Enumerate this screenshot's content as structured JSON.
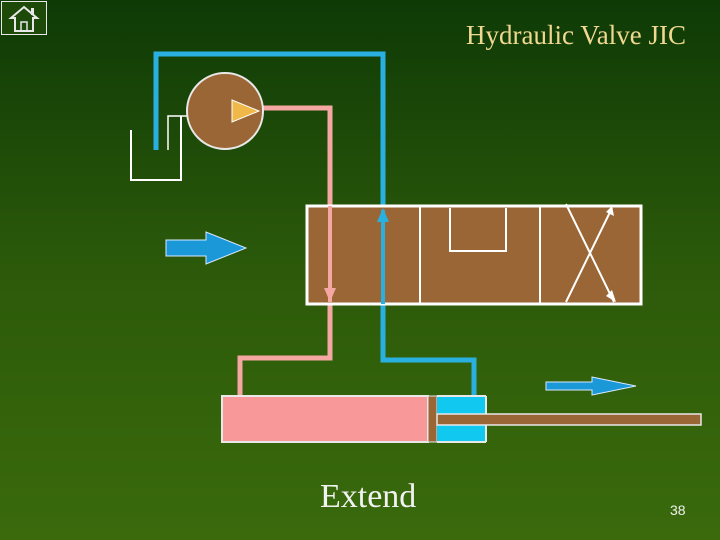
{
  "slide": {
    "title": "Hydraulic Valve JIC",
    "caption": "Extend",
    "page_number": "38"
  },
  "nav": {
    "home_icon": "home-icon"
  },
  "colors": {
    "pressure_line": "#f4a7a3",
    "return_line": "#2ab0e0",
    "valve_body": "#9a6636",
    "cylinder_cap": "#f89898",
    "cylinder_rod": "#10c8f0",
    "arrow": "#1a98d8",
    "pump_arrow": "#f0b848"
  },
  "diagram": {
    "state": "Extend",
    "pump_icon": "pump-symbol",
    "tank_icon": "tank-symbol",
    "actuator_arrow_icon": "solenoid-arrow-icon",
    "motion_arrow_icon": "rod-motion-arrow-icon"
  }
}
